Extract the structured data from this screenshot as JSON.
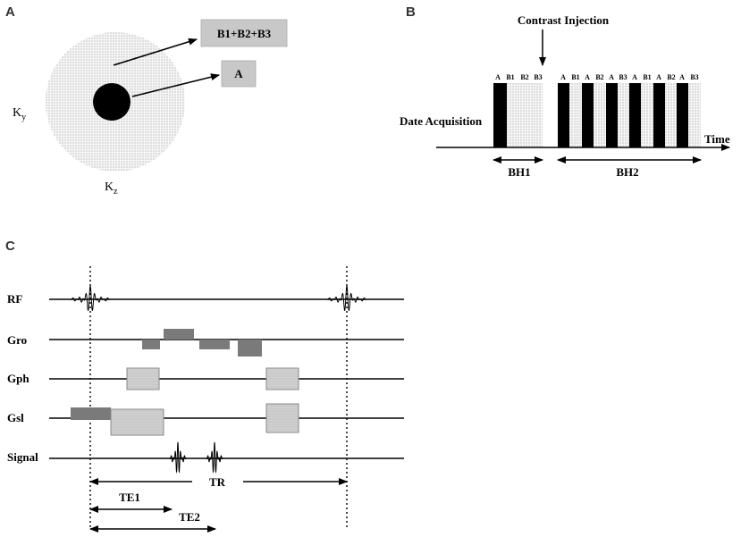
{
  "panel_labels": {
    "a": "A",
    "b": "B",
    "c": "C"
  },
  "panel_a": {
    "outer_box_label": "B1+B2+B3",
    "inner_box_label": "A",
    "axis_y_main": "K",
    "axis_y_sub": "y",
    "axis_z_main": "K",
    "axis_z_sub": "z"
  },
  "panel_b": {
    "injection_label": "Contrast Injection",
    "acquisition_label": "Date Acquisition",
    "time_label": "Time",
    "bh1_label": "BH1",
    "bh2_label": "BH2",
    "bh1_segments": [
      "A",
      "B1",
      "B2",
      "B3"
    ],
    "bh2_segments": [
      "A",
      "B1",
      "A",
      "B2",
      "A",
      "B3",
      "A",
      "B1",
      "A",
      "B2",
      "A",
      "B3"
    ]
  },
  "panel_c": {
    "rows": [
      "RF",
      "Gro",
      "Gph",
      "Gsl",
      "Signal"
    ],
    "tr_label": "TR",
    "te1_label": "TE1",
    "te2_label": "TE2"
  },
  "colors": {
    "dark_gradient": "#7a7a7a",
    "light_gradient": "#d0d0d0",
    "label_box": "#c8c8c8",
    "dotted_fill": "#ececec"
  }
}
